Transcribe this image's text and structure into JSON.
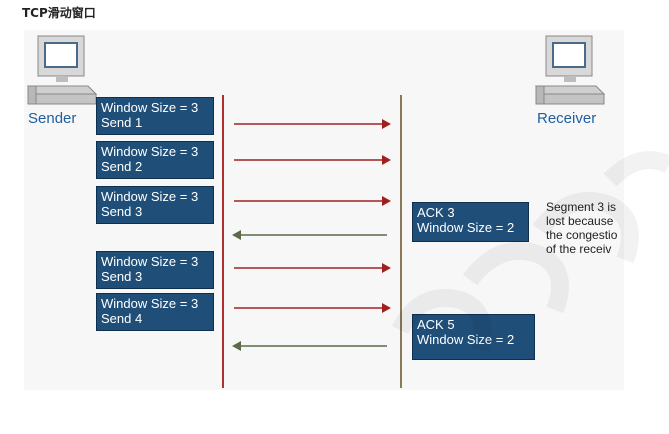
{
  "page_title": "TCP滑动窗口",
  "sender": {
    "label": "Sender"
  },
  "receiver": {
    "label": "Receiver"
  },
  "sender_messages": [
    {
      "line1": "Window Size = 3",
      "line2": "Send 1"
    },
    {
      "line1": "Window Size = 3",
      "line2": "Send 2"
    },
    {
      "line1": "Window Size = 3",
      "line2": "Send 3"
    },
    {
      "line1": "Window Size = 3",
      "line2": "Send 3"
    },
    {
      "line1": "Window Size = 3",
      "line2": "Send 4"
    }
  ],
  "receiver_messages": [
    {
      "line1": "ACK 3",
      "line2": "Window Size = 2"
    },
    {
      "line1": "ACK 5",
      "line2": "Window Size = 2"
    }
  ],
  "note_lines": [
    "Segment 3 is",
    "lost because",
    "the congestio",
    "of the receiv"
  ],
  "colors": {
    "box_fill": "#1f4f79",
    "sender_line": "#b03030",
    "receiver_line": "#8a7a55",
    "forward_arrow": "#a02020",
    "ack_arrow": "#5a6a4a",
    "label": "#1f5fa0"
  }
}
